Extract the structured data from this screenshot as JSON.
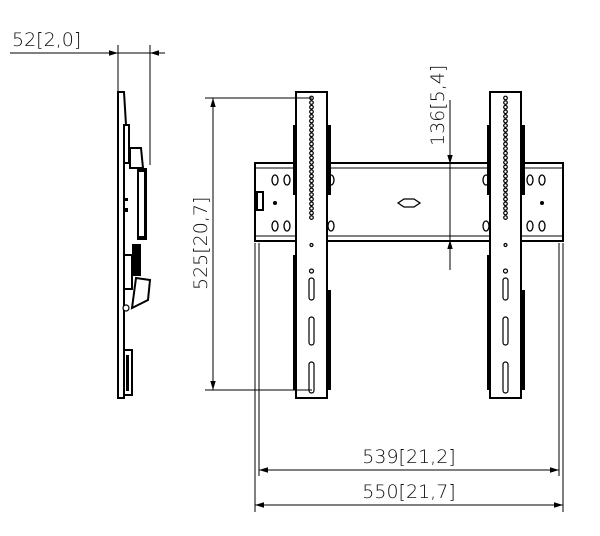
{
  "drawing": {
    "title": "Flat panel wall mount dimensions (mm [in])",
    "dimensions": {
      "depth": "52[2,0]",
      "height": "525[20,7]",
      "rail_height": "136[5,4]",
      "inner_width": "539[21,2]",
      "outer_width": "550[21,7]"
    }
  }
}
